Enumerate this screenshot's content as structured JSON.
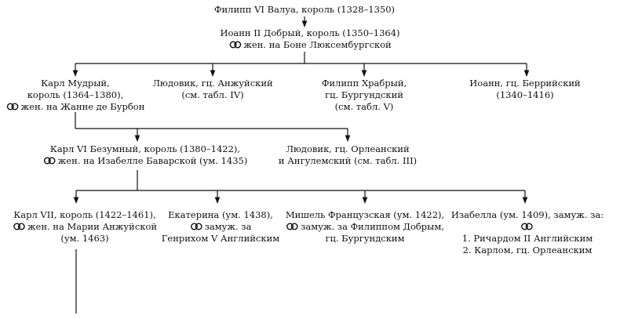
{
  "nodes": {
    "philip6": {
      "lines": [
        "Филипп VI Валуа, король (1328–1350)"
      ]
    },
    "john2": {
      "lines": [
        "Иоанн II Добрый, король (1350–1364)",
        "жен. на Боне Люксембургской"
      ]
    },
    "charles5": {
      "lines": [
        "Карл Мудрый,",
        "король (1364–1380),",
        "жен. на Жанне де Бурбон"
      ]
    },
    "louis_anjou": {
      "lines": [
        "Людовик, гц. Анжуйский",
        "(см. табл. IV)"
      ]
    },
    "philip_bold": {
      "lines": [
        "Филипп Храбрый,",
        "гц. Бургундский",
        "(см. табл. V)"
      ]
    },
    "john_berry": {
      "lines": [
        "Иоанн, гц. Беррийский",
        "(1340–1416)"
      ]
    },
    "charles6": {
      "lines": [
        "Карл VI Безумный, король (1380–1422),",
        "жен. на Изабелле Баварской (ум. 1435)"
      ]
    },
    "louis_orleans": {
      "lines": [
        "Людовик, гц. Орлеанский",
        "и Ангулемский (см. табл. III)"
      ]
    },
    "charles7": {
      "lines": [
        "Карл VII, король (1422–1461),",
        "жен. на Марии Анжуйской",
        "(ум. 1463)"
      ]
    },
    "catherine": {
      "lines": [
        "Екатерина (ум. 1438),",
        "замуж. за",
        "Генрихом V Английским"
      ]
    },
    "michelle": {
      "lines": [
        "Мишель Французская (ум. 1422),",
        "замуж. за Филиппом Добрым,",
        "гц. Бургундским"
      ]
    },
    "isabella": {
      "lines": [
        "Изабелла (ум. 1409), замуж. за:",
        "",
        "1. Ричардом II Английским",
        "2. Карлом, гц. Орлеанским"
      ]
    }
  },
  "colors": {
    "ink": "#111111",
    "background": "#ffffff"
  }
}
